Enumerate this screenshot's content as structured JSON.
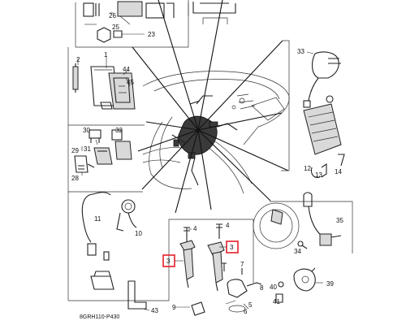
{
  "diagram": {
    "drawing_code": "8GRH110-P430",
    "callouts": [
      {
        "id": "c26",
        "label": "26"
      },
      {
        "id": "c25",
        "label": "25"
      },
      {
        "id": "c23",
        "label": "23"
      },
      {
        "id": "c33",
        "label": "33"
      },
      {
        "id": "c2",
        "label": "2"
      },
      {
        "id": "c1",
        "label": "1"
      },
      {
        "id": "c44",
        "label": "44"
      },
      {
        "id": "c45",
        "label": "45"
      },
      {
        "id": "c30",
        "label": "30"
      },
      {
        "id": "c32",
        "label": "32"
      },
      {
        "id": "c31",
        "label": "31"
      },
      {
        "id": "c29",
        "label": "29"
      },
      {
        "id": "c28",
        "label": "28"
      },
      {
        "id": "c14",
        "label": "14"
      },
      {
        "id": "c12",
        "label": "12"
      },
      {
        "id": "c13",
        "label": "13"
      },
      {
        "id": "c11",
        "label": "11"
      },
      {
        "id": "c10",
        "label": "10"
      },
      {
        "id": "c4a",
        "label": "4"
      },
      {
        "id": "c4b",
        "label": "4"
      },
      {
        "id": "c7",
        "label": "7"
      },
      {
        "id": "c8",
        "label": "8"
      },
      {
        "id": "c35",
        "label": "35"
      },
      {
        "id": "c34",
        "label": "34"
      },
      {
        "id": "c39",
        "label": "39"
      },
      {
        "id": "c40",
        "label": "40"
      },
      {
        "id": "c41",
        "label": "41"
      },
      {
        "id": "c43",
        "label": "43"
      },
      {
        "id": "c9",
        "label": "9"
      },
      {
        "id": "c6",
        "label": "6"
      },
      {
        "id": "c5",
        "label": "5"
      }
    ],
    "highlighted_callouts": [
      {
        "id": "h3a",
        "label": "3"
      },
      {
        "id": "h3b",
        "label": "3"
      }
    ],
    "colors": {
      "highlight": "#e8202a",
      "ink": "#222222"
    }
  }
}
